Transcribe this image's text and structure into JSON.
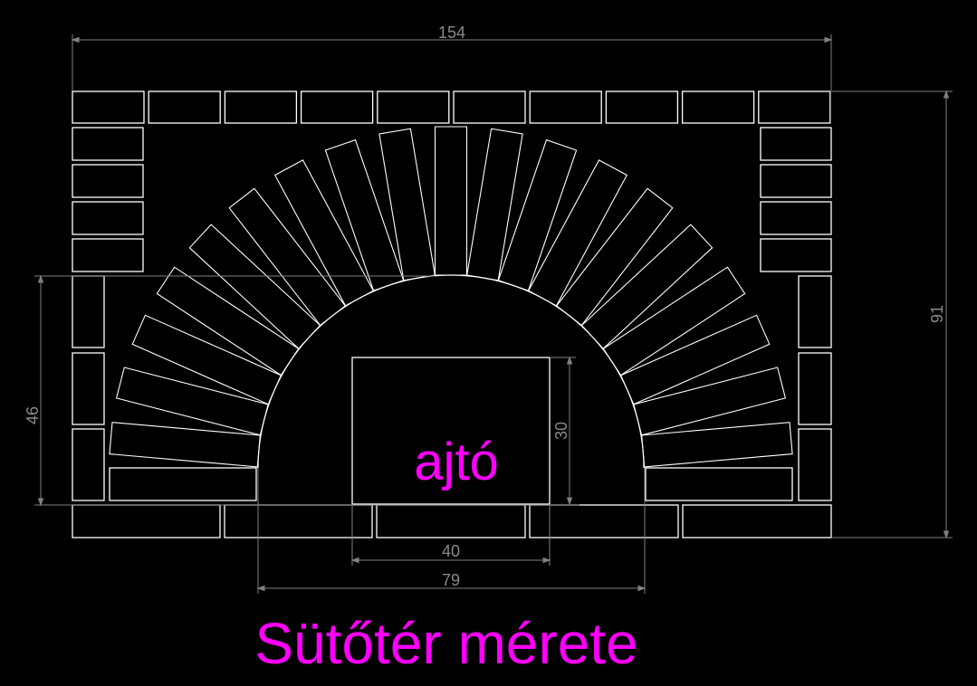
{
  "colors": {
    "background": "#000000",
    "lines": "#ffffff",
    "dimensions": "#808080",
    "labels": "#ff00ff"
  },
  "dimensions": {
    "total_width": "154",
    "total_height": "91",
    "side_height": "46",
    "door_height": "30",
    "door_width": "40",
    "chamber_width": "79"
  },
  "labels": {
    "door": "ajtó",
    "title": "Sütőtér mérete"
  },
  "arch": {
    "brick_count": 19
  }
}
